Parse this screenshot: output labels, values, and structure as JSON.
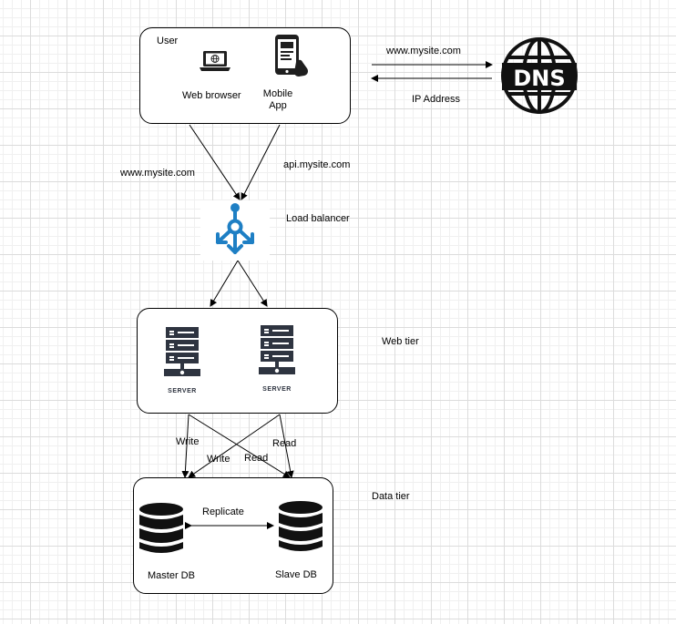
{
  "user_group": {
    "title": "User",
    "web_browser_label": "Web browser",
    "mobile_app_label_line1": "Mobile",
    "mobile_app_label_line2": "App"
  },
  "dns": {
    "icon_text": "DNS",
    "request_label": "www.mysite.com",
    "response_label": "IP Address"
  },
  "edges": {
    "browser_to_lb": "www.mysite.com",
    "app_to_lb": "api.mysite.com"
  },
  "load_balancer": {
    "label": "Load balancer"
  },
  "web_tier": {
    "label": "Web tier",
    "server_1_label": "SERVER",
    "server_2_label": "SERVER"
  },
  "db_edges": {
    "write_1": "Write",
    "write_2": "Write",
    "read_1": "Read",
    "read_2": "Read",
    "replicate": "Replicate"
  },
  "data_tier": {
    "label": "Data tier",
    "master_label": "Master DB",
    "slave_label": "Slave DB"
  },
  "colors": {
    "load_balancer_icon": "#1e7fc4",
    "server_icon": "#2e3440",
    "stroke": "#000000"
  }
}
